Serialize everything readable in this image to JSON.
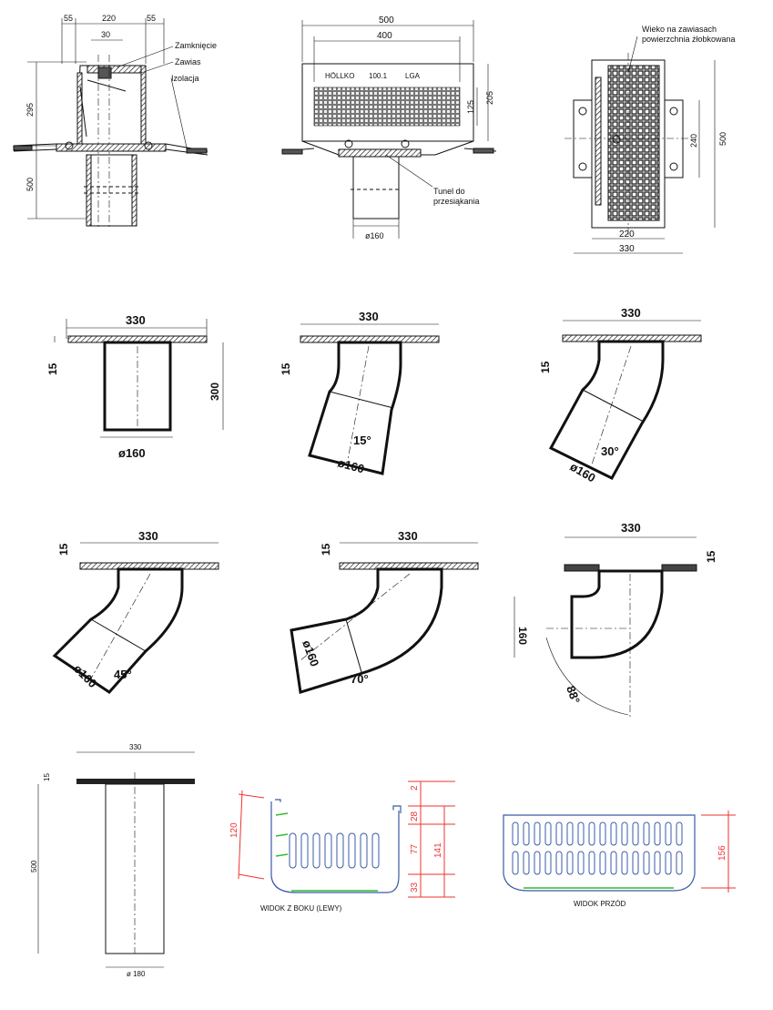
{
  "drawing1": {
    "dims": [
      "55",
      "220",
      "55",
      "30",
      "295",
      "500"
    ],
    "labels": {
      "closure": "Zamknięcie",
      "hinge": "Zawias",
      "insulation": "Izolacja"
    }
  },
  "drawing2": {
    "dims": [
      "500",
      "400",
      "205",
      "125",
      "ø160"
    ],
    "plate_text": [
      "HÖLLKO",
      "100.1",
      "LGA"
    ],
    "tunnel_label": [
      "Tunel do",
      "przesiąkania"
    ]
  },
  "drawing3": {
    "dims": [
      "500",
      "240",
      "220",
      "330"
    ],
    "cover_label": [
      "Wieko na zawiasach",
      "powierzchnia żłobkowana"
    ]
  },
  "pipe_straight": {
    "width": "330",
    "flange": "15",
    "length": "300",
    "diameter": "ø160"
  },
  "pipe_15": {
    "width": "330",
    "flange": "15",
    "angle": "15°",
    "diameter": "ø160"
  },
  "pipe_30": {
    "width": "330",
    "flange": "15",
    "angle": "30°",
    "diameter": "ø160"
  },
  "pipe_45": {
    "width": "330",
    "flange": "15",
    "angle": "45°",
    "diameter": "ø160"
  },
  "pipe_70": {
    "width": "330",
    "flange": "15",
    "angle": "70°",
    "diameter": "ø160"
  },
  "pipe_88": {
    "width": "330",
    "flange": "15",
    "height": "160",
    "angle": "88°"
  },
  "pipe_long": {
    "width": "330",
    "flange": "15",
    "length": "500",
    "diameter": "ø 180"
  },
  "basket_side": {
    "label": "WIDOK Z BOKU (LEWY)",
    "dims": [
      "120",
      "2",
      "28",
      "77",
      "141",
      "33"
    ]
  },
  "basket_front": {
    "label": "WIDOK PRZÓD",
    "dims": [
      "156"
    ]
  }
}
